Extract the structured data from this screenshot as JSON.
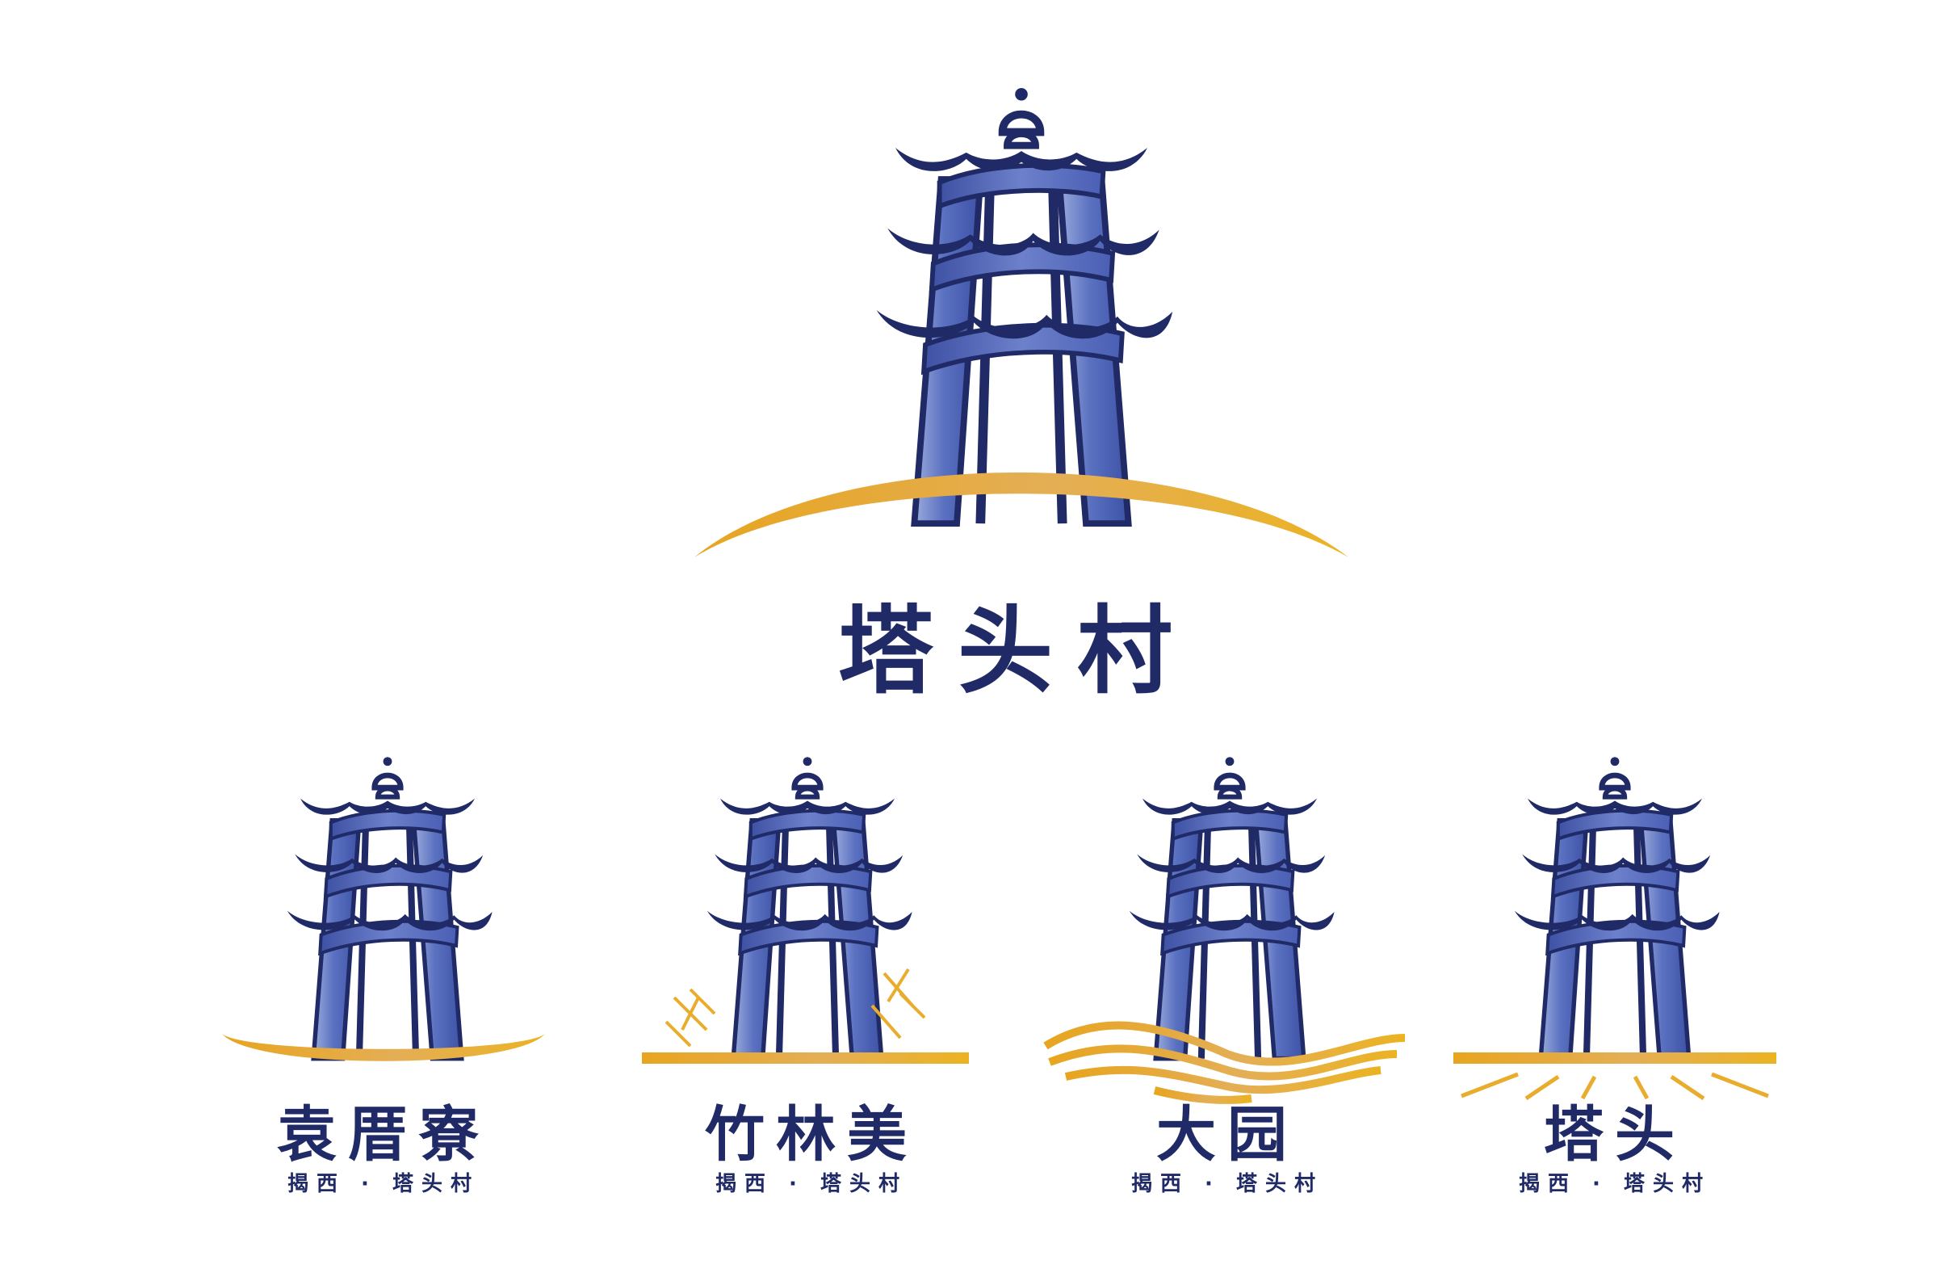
{
  "main_logo": {
    "title": "塔头村",
    "icon": "pagoda-icon",
    "base": "golden-arc"
  },
  "variants": [
    {
      "title": "袁厝寮",
      "subtitle": "揭西 · 塔头村",
      "icon": "pagoda-icon",
      "base": "golden-boat"
    },
    {
      "title": "竹林美",
      "subtitle": "揭西 · 塔头村",
      "icon": "pagoda-icon",
      "base": "golden-line-with-bamboo"
    },
    {
      "title": "大园",
      "subtitle": "揭西 · 塔头村",
      "icon": "pagoda-icon",
      "base": "golden-waves"
    },
    {
      "title": "塔头",
      "subtitle": "揭西 · 塔头村",
      "icon": "pagoda-icon",
      "base": "golden-line-with-rays"
    }
  ],
  "colors": {
    "navy": "#1f2a66",
    "blue_light": "#8d9fd6",
    "blue_mid": "#5b72c2",
    "gold": "#e9ad2e",
    "gold_light": "#f0cf73"
  }
}
